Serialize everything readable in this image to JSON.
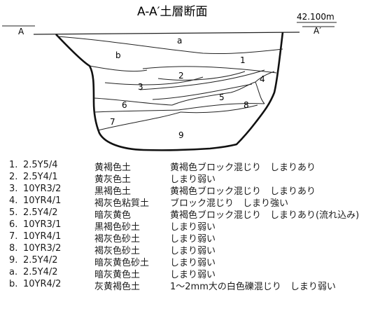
{
  "title": "A-A′土層断面",
  "elevation": "42.100m",
  "point_a": "A",
  "point_a_prime": "A′",
  "section_labels": [
    "a",
    "b",
    "1",
    "2",
    "3",
    "4",
    "5",
    "6",
    "7",
    "8",
    "9"
  ],
  "layers": [
    {
      "no": "1.",
      "code": "2.5Y5/4",
      "name": "黄褐色土",
      "desc": "黄褐色ブロック混じり　しまりあり"
    },
    {
      "no": "2.",
      "code": "2.5Y4/1",
      "name": "黄灰色土",
      "desc": "しまり弱い"
    },
    {
      "no": "3.",
      "code": "10YR3/2",
      "name": "黒褐色土",
      "desc": "黄褐色ブロック混じり　しまりあり"
    },
    {
      "no": "4.",
      "code": "10YR4/1",
      "name": "褐灰色粘質土",
      "desc": "ブロック混じり　しまり強い"
    },
    {
      "no": "5.",
      "code": "2.5Y4/2",
      "name": "暗灰黄色",
      "desc": "黄褐色ブロック混じり　しまりあり(流れ込み)"
    },
    {
      "no": "6.",
      "code": "10YR3/1",
      "name": "黒褐色砂土",
      "desc": "しまり弱い"
    },
    {
      "no": "7.",
      "code": "10YR4/1",
      "name": "褐灰色砂土",
      "desc": "しまり弱い"
    },
    {
      "no": "8.",
      "code": "10YR3/2",
      "name": "褐灰色砂土",
      "desc": "しまり弱い"
    },
    {
      "no": "9.",
      "code": "2.5Y4/2",
      "name": "暗灰黄色砂土",
      "desc": "しまり弱い"
    },
    {
      "no": "a.",
      "code": "2.5Y4/2",
      "name": "暗灰黄色土",
      "desc": "しまり弱い"
    },
    {
      "no": "b.",
      "code": "10YR4/2",
      "name": "灰黄褐色土",
      "desc": "1～2mm大の白色礫混じり　しまり弱い"
    }
  ]
}
